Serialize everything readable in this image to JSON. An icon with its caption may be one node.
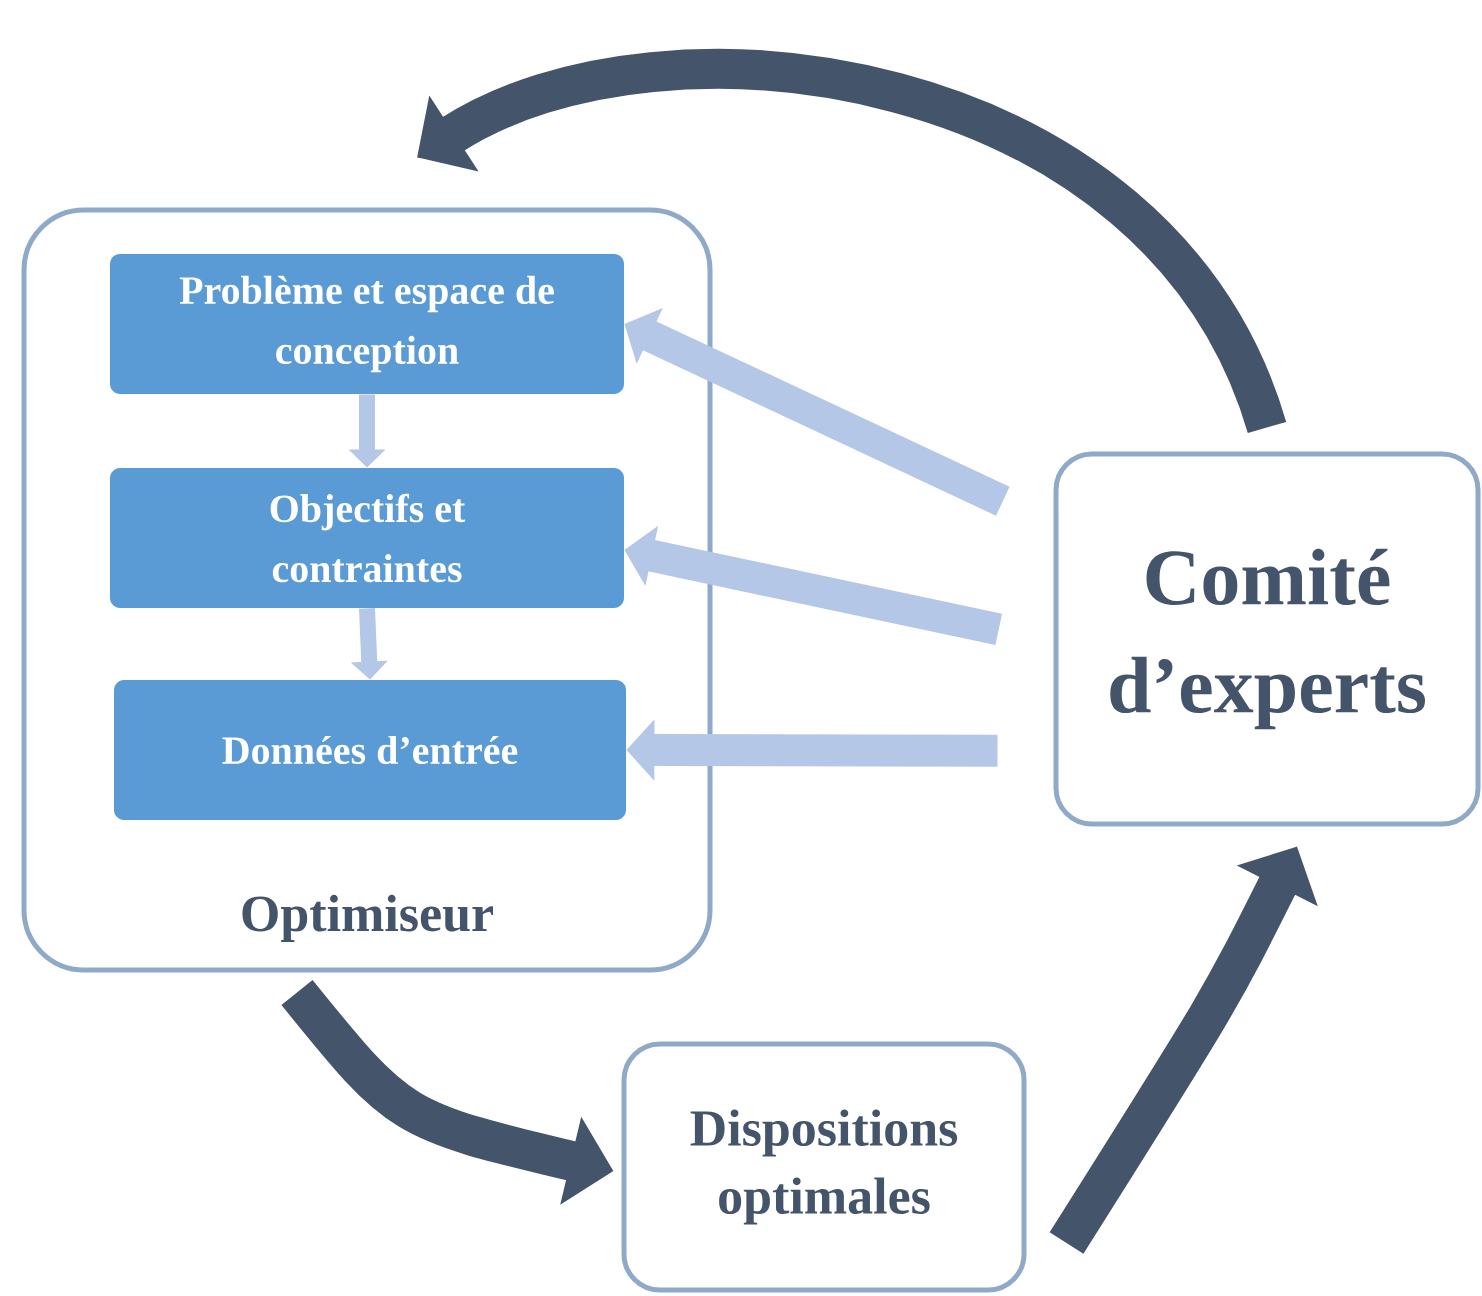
{
  "diagram": {
    "nodes": [
      {
        "text": [
          "Optimiseur"
        ]
      },
      {
        "text": [
          "Problème et espace de conception"
        ],
        "in": 0
      },
      {
        "text": [
          "Objectifs et contraintes"
        ],
        "in": 0
      },
      {
        "text": [
          "Données d’entrée"
        ],
        "in": 0
      },
      {
        "text": [
          "Comité d’experts"
        ]
      },
      {
        "text": [
          "Dispositions optimales"
        ]
      }
    ],
    "edges": [
      {
        "from": 1,
        "to": 2,
        "arrow": "to"
      },
      {
        "from": 2,
        "to": 3,
        "arrow": "to"
      },
      {
        "from": 4,
        "to": 1,
        "arrow": "to"
      },
      {
        "from": 4,
        "to": 2,
        "arrow": "to"
      },
      {
        "from": 4,
        "to": 3,
        "arrow": "to"
      },
      {
        "from": 0,
        "to": 5,
        "arrow": "to",
        "color": "#44546a"
      },
      {
        "from": 5,
        "to": 4,
        "arrow": "to",
        "color": "#44546a"
      },
      {
        "from": 4,
        "to": 0,
        "arrow": "to",
        "color": "#44546a"
      }
    ]
  }
}
